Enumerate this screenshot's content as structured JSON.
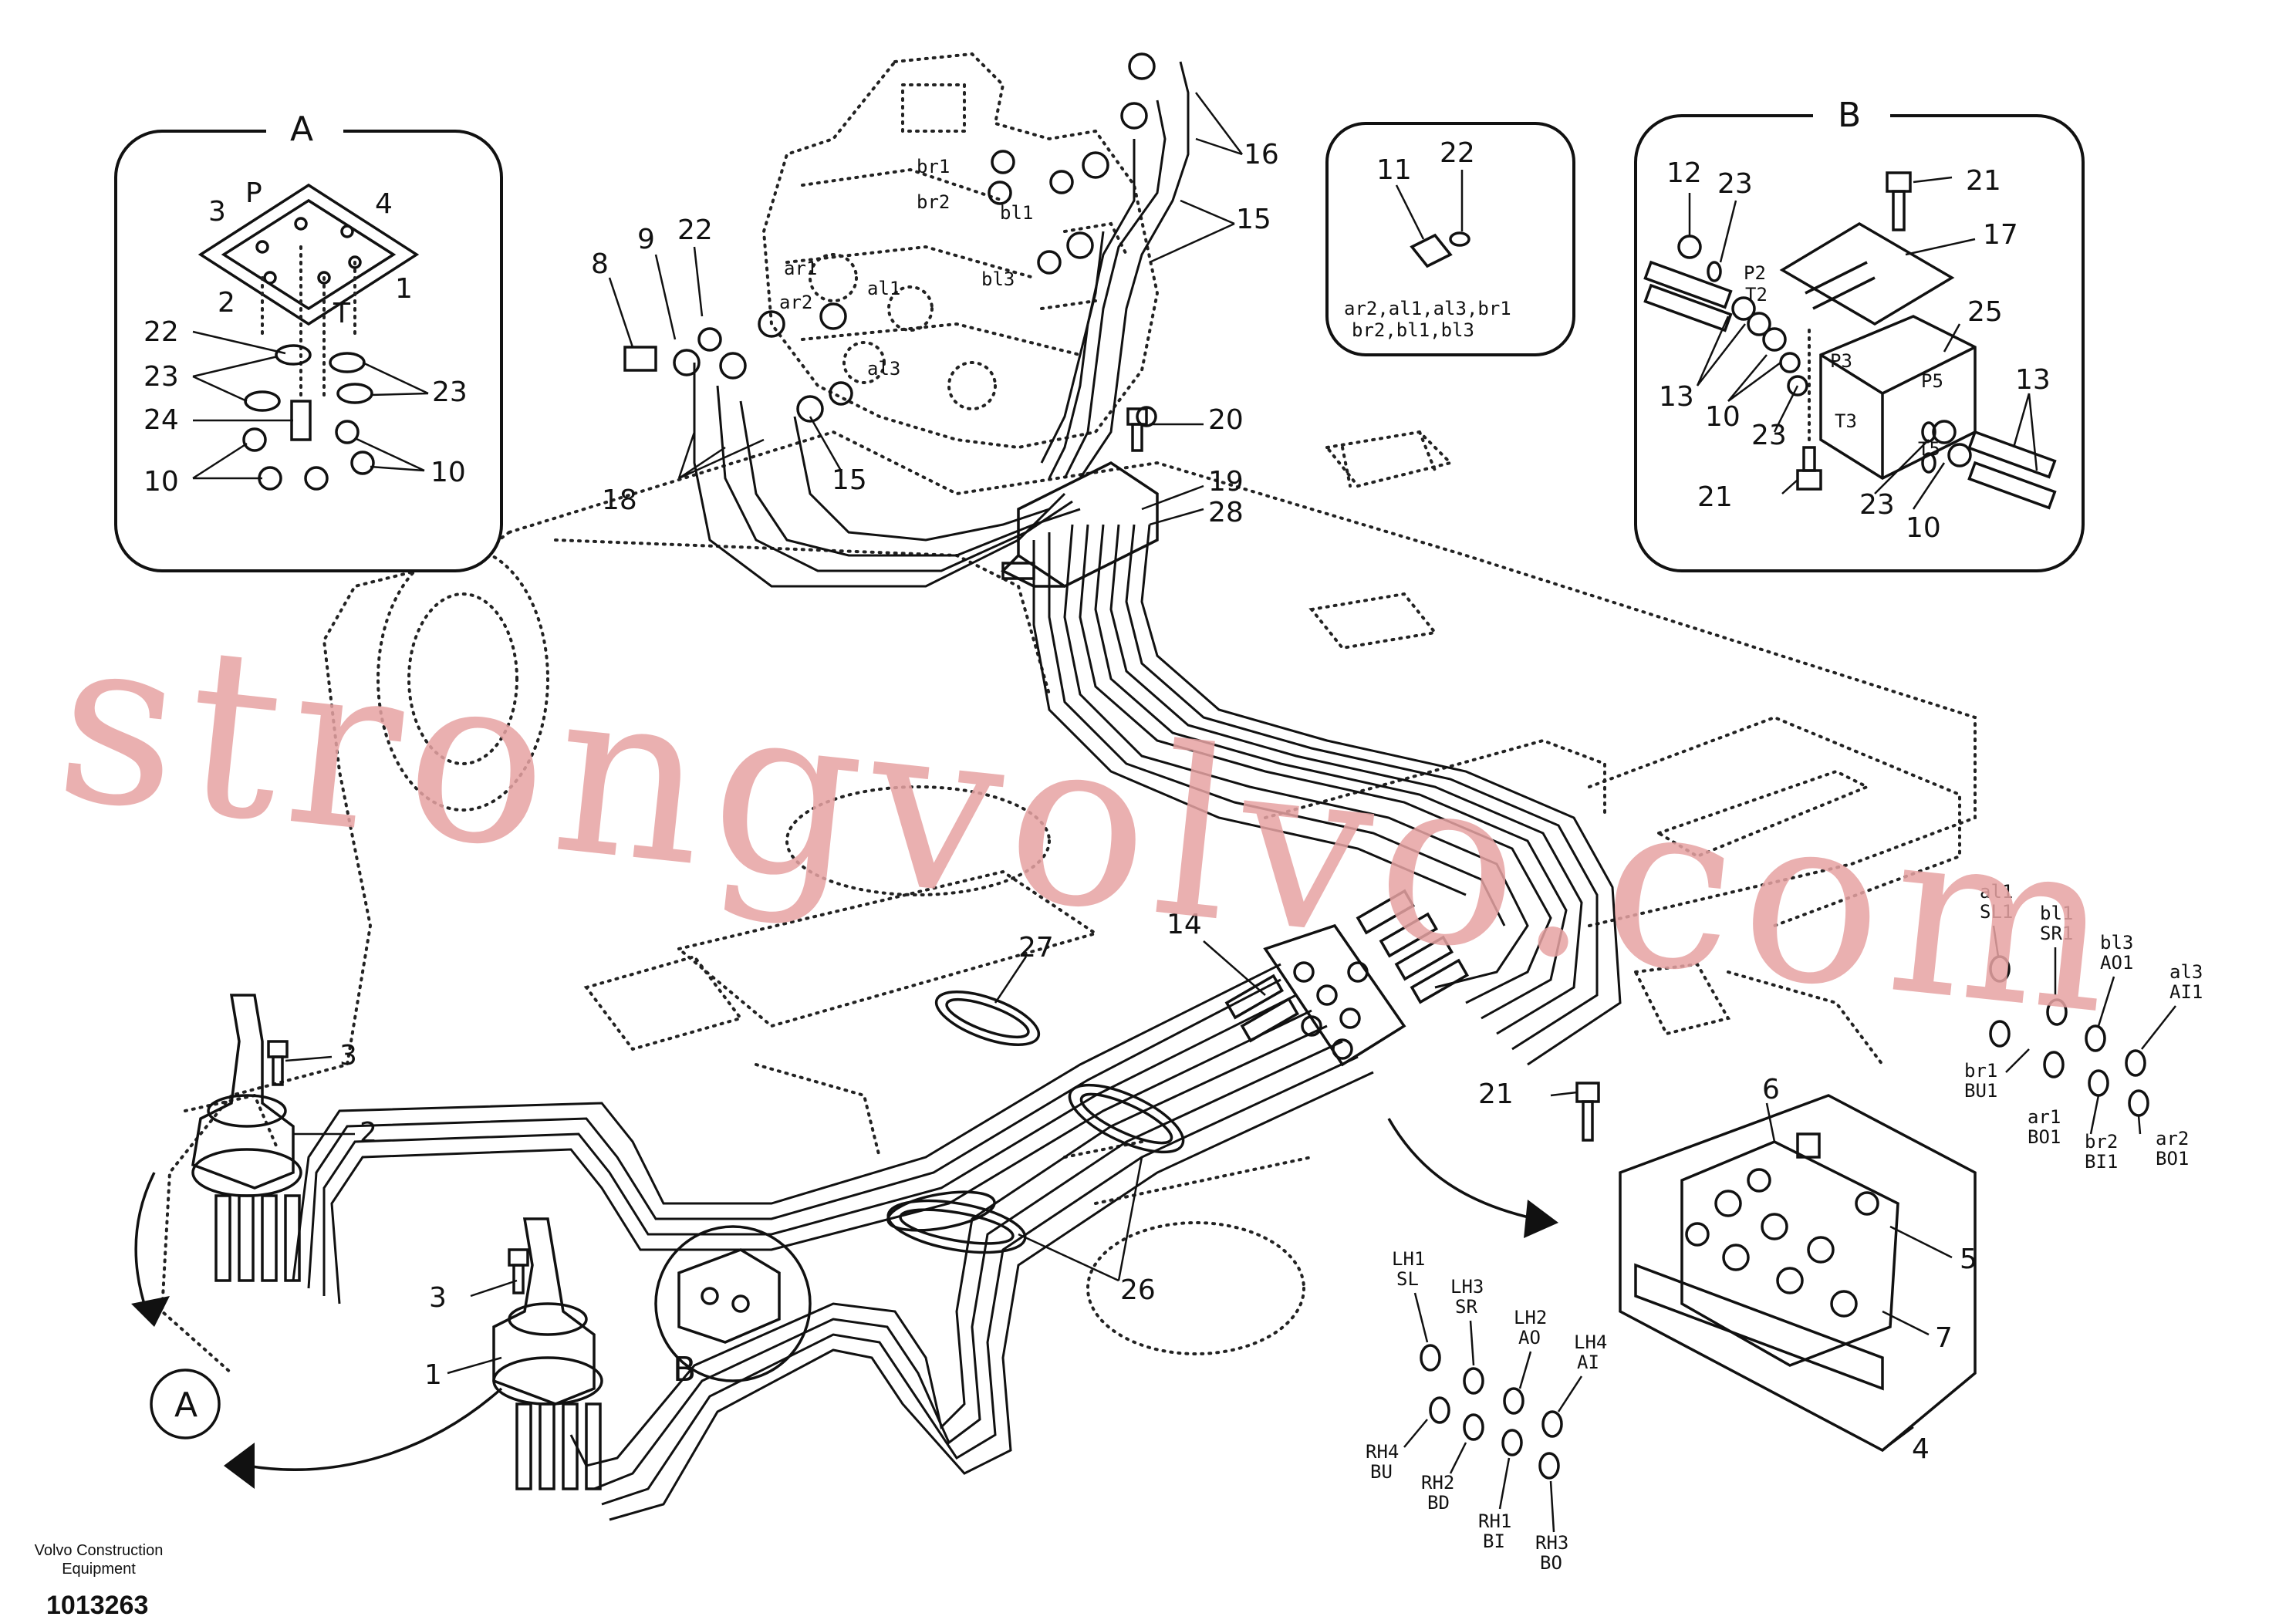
{
  "diagram": {
    "inset_a": {
      "title": "A",
      "ports": [
        "3",
        "P",
        "4",
        "2",
        "T",
        "1"
      ],
      "callouts": [
        "22",
        "23",
        "23",
        "24",
        "10",
        "10"
      ]
    },
    "inset_detail": {
      "callouts": [
        "11",
        "22"
      ],
      "ports_line1": "ar2,al1,al3,br1",
      "ports_line2": "br2,bl1,bl3"
    },
    "inset_b": {
      "title": "B",
      "callouts": [
        "12",
        "23",
        "21",
        "17",
        "25",
        "13",
        "10",
        "23",
        "13",
        "21",
        "23",
        "10"
      ],
      "ports": [
        "P2",
        "T2",
        "P3",
        "P5",
        "T3",
        "T5"
      ]
    },
    "valve_ports": [
      "br1",
      "br2",
      "bl1",
      "ar1",
      "al1",
      "ar2",
      "al3",
      "bl3"
    ],
    "main_callouts": [
      "8",
      "9",
      "22",
      "16",
      "15",
      "18",
      "15",
      "20",
      "19",
      "28",
      "14",
      "27",
      "3",
      "2",
      "3",
      "1",
      "26",
      "21",
      "6",
      "5",
      "7",
      "4"
    ],
    "view_markers": {
      "a": "A",
      "b": "B"
    },
    "port_groups_right": [
      {
        "l1": "al1",
        "l2": "SL1"
      },
      {
        "l1": "bl1",
        "l2": "SR1"
      },
      {
        "l1": "bl3",
        "l2": "AO1"
      },
      {
        "l1": "al3",
        "l2": "AI1"
      },
      {
        "l1": "br1",
        "l2": "BU1"
      },
      {
        "l1": "ar1",
        "l2": "BO1"
      },
      {
        "l1": "br2",
        "l2": "BI1"
      },
      {
        "l1": "ar2",
        "l2": "BO1"
      }
    ],
    "port_groups_bottom": [
      {
        "l1": "LH1",
        "l2": "SL"
      },
      {
        "l1": "LH3",
        "l2": "SR"
      },
      {
        "l1": "LH2",
        "l2": "AO"
      },
      {
        "l1": "LH4",
        "l2": "AI"
      },
      {
        "l1": "RH4",
        "l2": "BU"
      },
      {
        "l1": "RH2",
        "l2": "BD"
      },
      {
        "l1": "RH1",
        "l2": "BI"
      },
      {
        "l1": "RH3",
        "l2": "BO"
      }
    ]
  },
  "watermark": "strongvolvo.com",
  "footer": {
    "company_line1": "Volvo Construction",
    "company_line2": "Equipment",
    "drawing_number": "1013263"
  }
}
